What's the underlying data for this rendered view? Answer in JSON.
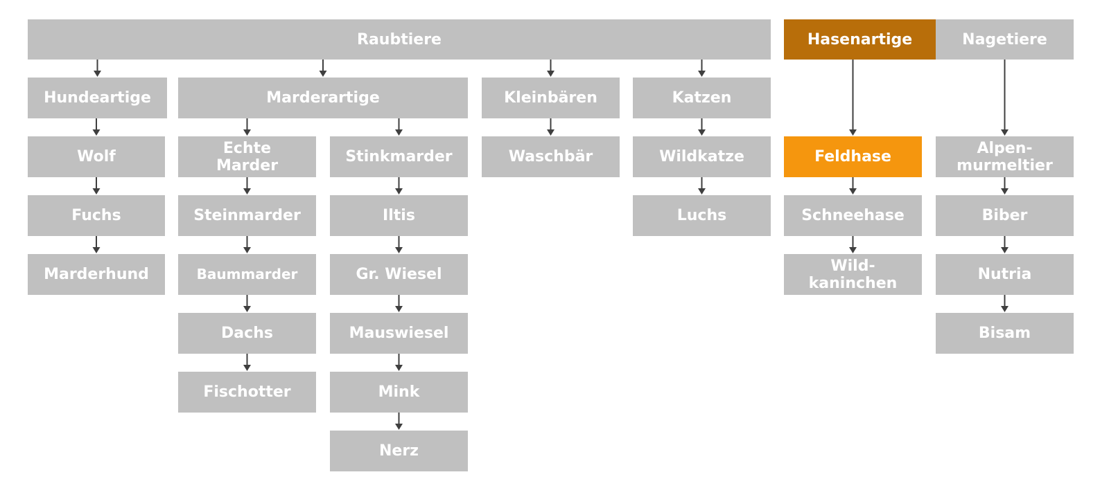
{
  "colors": {
    "box": "#c0c0c0",
    "text": "#ffffff",
    "highlight_dark": "#b86e0a",
    "highlight_light": "#f5960e",
    "arrow": "#3f3f3f"
  },
  "nodes": {
    "raubtiere": "Raubtiere",
    "hasenartige": "Hasenartige",
    "nagetiere": "Nagetiere",
    "hundeartige": "Hundeartige",
    "marderartige": "Marderartige",
    "kleinbaeren": "Kleinbären",
    "katzen": "Katzen",
    "wolf": "Wolf",
    "fuchs": "Fuchs",
    "marderhund": "Marderhund",
    "echte_marder": "Echte\nMarder",
    "steinmarder": "Steinmarder",
    "baummarder": "Baummarder",
    "dachs": "Dachs",
    "fischotter": "Fischotter",
    "stinkmarder": "Stinkmarder",
    "iltis": "Iltis",
    "gr_wiesel": "Gr. Wiesel",
    "mauswiesel": "Mauswiesel",
    "mink": "Mink",
    "nerz": "Nerz",
    "waschbaer": "Waschbär",
    "wildkatze": "Wildkatze",
    "luchs": "Luchs",
    "feldhase": "Feldhase",
    "schneehase": "Schneehase",
    "wildkaninchen": "Wild-\nkaninchen",
    "alpenmurmeltier": "Alpen-\nmurmeltier",
    "biber": "Biber",
    "nutria": "Nutria",
    "bisam": "Bisam"
  },
  "edges": [
    [
      "raubtiere",
      "hundeartige"
    ],
    [
      "raubtiere",
      "marderartige"
    ],
    [
      "raubtiere",
      "kleinbaeren"
    ],
    [
      "raubtiere",
      "katzen"
    ],
    [
      "hasenartige",
      "feldhase"
    ],
    [
      "nagetiere",
      "alpenmurmeltier"
    ],
    [
      "hundeartige",
      "wolf"
    ],
    [
      "wolf",
      "fuchs"
    ],
    [
      "fuchs",
      "marderhund"
    ],
    [
      "marderartige",
      "echte_marder"
    ],
    [
      "marderartige",
      "stinkmarder"
    ],
    [
      "echte_marder",
      "steinmarder"
    ],
    [
      "steinmarder",
      "baummarder"
    ],
    [
      "baummarder",
      "dachs"
    ],
    [
      "dachs",
      "fischotter"
    ],
    [
      "stinkmarder",
      "iltis"
    ],
    [
      "iltis",
      "gr_wiesel"
    ],
    [
      "gr_wiesel",
      "mauswiesel"
    ],
    [
      "mauswiesel",
      "mink"
    ],
    [
      "mink",
      "nerz"
    ],
    [
      "kleinbaeren",
      "waschbaer"
    ],
    [
      "katzen",
      "wildkatze"
    ],
    [
      "wildkatze",
      "luchs"
    ],
    [
      "feldhase",
      "schneehase"
    ],
    [
      "schneehase",
      "wildkaninchen"
    ],
    [
      "alpenmurmeltier",
      "biber"
    ],
    [
      "biber",
      "nutria"
    ],
    [
      "nutria",
      "bisam"
    ]
  ]
}
